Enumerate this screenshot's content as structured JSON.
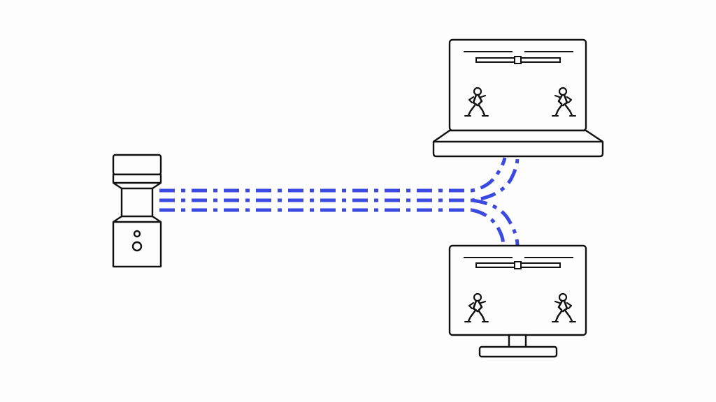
{
  "diagram": {
    "type": "network",
    "nodes": [
      {
        "id": "server",
        "kind": "server",
        "icon": "server-tower-icon"
      },
      {
        "id": "laptop",
        "kind": "laptop",
        "icon": "laptop-icon",
        "screen": {
          "content": "fighting-game",
          "players": 2
        }
      },
      {
        "id": "monitor",
        "kind": "desktop-monitor",
        "icon": "monitor-icon",
        "screen": {
          "content": "fighting-game",
          "players": 2
        }
      }
    ],
    "connections": [
      {
        "from": "server",
        "to": "laptop",
        "lines": 3,
        "style": "dash-dot"
      },
      {
        "from": "server",
        "to": "monitor",
        "lines": 3,
        "style": "dash-dot"
      }
    ],
    "colors": {
      "connection": "#3b4ae0",
      "outline": "#111111",
      "background": "#fdfdfd"
    }
  }
}
